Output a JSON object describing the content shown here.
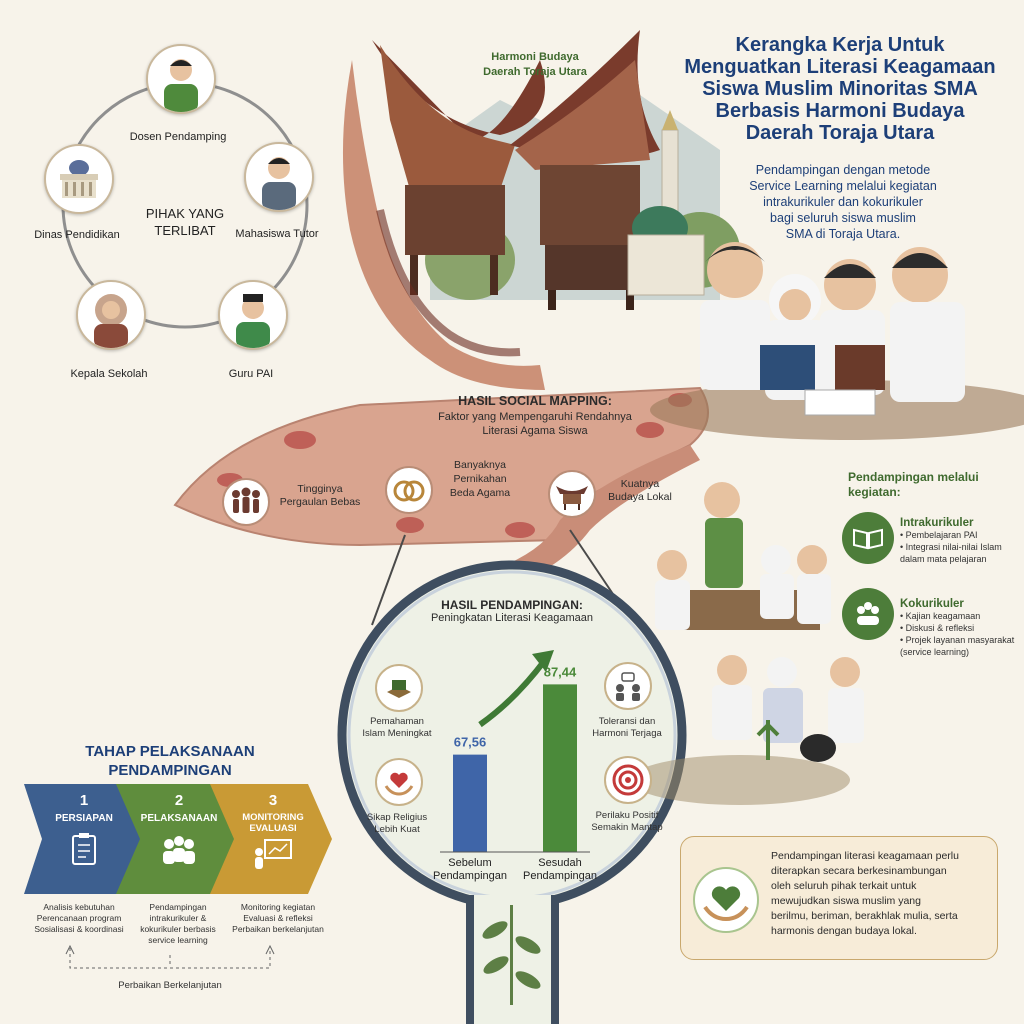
{
  "header": {
    "title_lines": [
      "Kerangka Kerja Untuk",
      "Menguatkan Literasi Keagamaan",
      "Siswa Muslim Minoritas SMA",
      "Berbasis Harmoni Budaya",
      "Daerah Toraja Utara"
    ],
    "subtitle_lines": [
      "Pendampingan dengan metode",
      "Service Learning melalui kegiatan",
      "intrakurikuler dan kokurikuler",
      "bagi seluruh siswa muslim",
      "SMA di Toraja Utara."
    ]
  },
  "culture_label_lines": [
    "Harmoni Budaya",
    "Daerah Toraja Utara"
  ],
  "stakeholders": {
    "center_lines": [
      "PIHAK YANG",
      "TERLIBAT"
    ],
    "nodes": [
      "Dosen Pendamping",
      "Mahasiswa Tutor",
      "Guru PAI",
      "Kepala Sekolah",
      "Dinas Pendidikan"
    ]
  },
  "social_mapping": {
    "title": "HASIL SOCIAL MAPPING:",
    "subtitle_lines": [
      "Faktor yang Mempengaruhi Rendahnya",
      "Literasi Agama Siswa"
    ],
    "factors": [
      {
        "lines": [
          "Tingginya",
          "Pergaulan Bebas"
        ],
        "icon": "group-people-icon"
      },
      {
        "lines": [
          "Banyaknya",
          "Pernikahan",
          "Beda Agama"
        ],
        "icon": "wedding-rings-icon"
      },
      {
        "lines": [
          "Kuatnya",
          "Budaya Lokal"
        ],
        "icon": "tongkonan-house-icon"
      }
    ]
  },
  "activities": {
    "title_lines": [
      "Pendampingan melalui",
      "kegiatan:"
    ],
    "intra": {
      "title": "Intrakurikuler",
      "items": [
        "Pembelajaran PAI",
        "Integrasi nilai-nilai Islam dalam mata pelajaran"
      ]
    },
    "ko": {
      "title": "Kokurikuler",
      "items": [
        "Kajian keagamaan",
        "Diskusi & refleksi",
        "Projek layanan masyarakat (service learning)"
      ]
    }
  },
  "results": {
    "title": "HASIL PENDAMPINGAN:",
    "subtitle": "Peningkatan Literasi Keagamaan",
    "left_features": [
      {
        "lines": [
          "Pemahaman",
          "Islam Meningkat"
        ],
        "icon": "quran-icon"
      },
      {
        "lines": [
          "Sikap Religius",
          "Lebih Kuat"
        ],
        "icon": "heart-hands-icon"
      }
    ],
    "right_features": [
      {
        "lines": [
          "Toleransi dan",
          "Harmoni Terjaga"
        ],
        "icon": "people-chat-icon"
      },
      {
        "lines": [
          "Perilaku Positif",
          "Semakin Mantap"
        ],
        "icon": "target-icon"
      }
    ]
  },
  "chart_data": {
    "type": "bar",
    "categories": [
      "Sebelum Pendampingan",
      "Sesudah Pendampingan"
    ],
    "values": [
      67.56,
      87.44
    ],
    "value_labels": [
      "67,56",
      "87,44"
    ],
    "category_label_lines": [
      [
        "Sebelum",
        "Pendampingan"
      ],
      [
        "Sesudah",
        "Pendampingan"
      ]
    ],
    "colors": [
      "#3f65a8",
      "#4b8a3a"
    ],
    "ylim": [
      0,
      100
    ]
  },
  "stages": {
    "title_lines": [
      "TAHAP PELAKSANAAN",
      "PENDAMPINGAN"
    ],
    "items": [
      {
        "number": "1",
        "name": "PERSIAPAN",
        "color": "#3d5f8f",
        "desc": [
          "Analisis kebutuhan",
          "Perencanaan program",
          "Sosialisasi & koordinasi"
        ],
        "icon": "clipboard-icon"
      },
      {
        "number": "2",
        "name": "PELAKSANAAN",
        "color": "#5f8d3d",
        "desc": [
          "Pendampingan",
          "intrakurikuler &",
          "kokurikuler berbasis",
          "service learning"
        ],
        "icon": "people-icon"
      },
      {
        "number": "3",
        "name_lines": [
          "MONITORING",
          "EVALUASI"
        ],
        "color": "#c99a35",
        "desc": [
          "Monitoring kegiatan",
          "Evaluasi & refleksi",
          "Perbaikan berkelanjutan"
        ],
        "icon": "presentation-icon"
      }
    ],
    "loop_label": "Perbaikan Berkelanjutan"
  },
  "conclusion_lines": [
    "Pendampingan literasi keagamaan perlu",
    "diterapkan secara berkesinambungan",
    "oleh seluruh pihak terkait untuk",
    "mewujudkan siswa muslim yang",
    "berilmu, beriman, berakhlak mulia, serta",
    "harmonis dengan budaya lokal."
  ]
}
